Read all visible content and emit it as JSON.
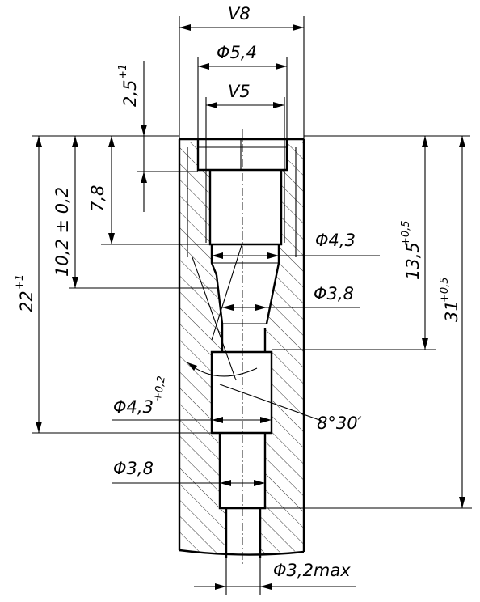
{
  "labels": {
    "v8": "V8",
    "d54": "Φ5,4",
    "v5": "V5",
    "d25_main": "2,5",
    "d25_tol": "+1",
    "d78": "7,8",
    "d102": "10,2 ± 0,2",
    "d22_main": "22",
    "d22_tol": "+1",
    "d43_top": "Φ4,3",
    "d38_top": "Φ3,8",
    "d135_main": "13,5",
    "d135_tol": "+0,5",
    "d31_main": "31",
    "d31_tol": "+0,5",
    "d43_low_main": "Φ4,3",
    "d43_low_tol": "+0,2",
    "angle": "8°30′",
    "d38_low": "Φ3,8",
    "d32": "Φ3,2max"
  }
}
